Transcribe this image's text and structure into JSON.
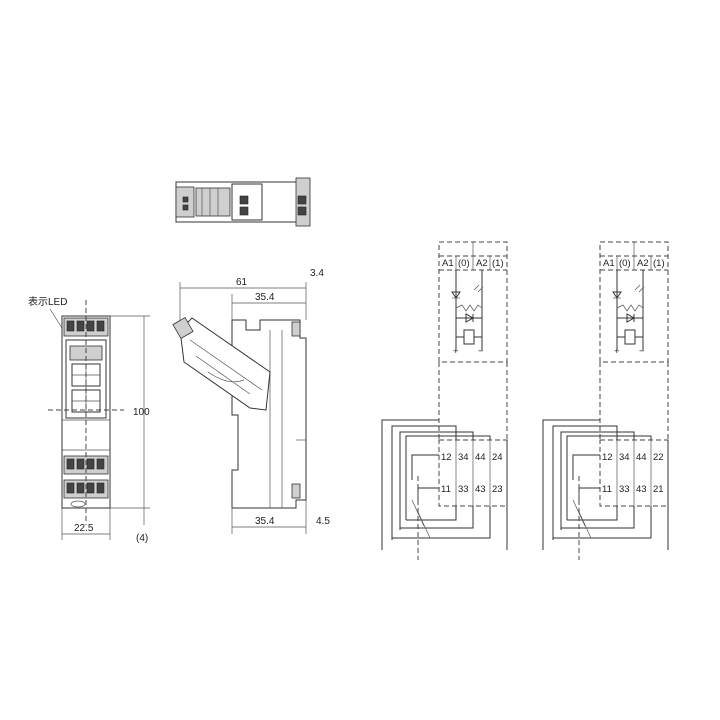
{
  "front_view": {
    "led_label": "表示LED",
    "height_dim": "100",
    "width_dim": "22.5",
    "offset_dim": "(4)"
  },
  "side_view": {
    "overall_width": "61",
    "top_margin": "3.4",
    "upper_depth": "35.4",
    "lower_depth": "35.4",
    "lower_margin": "4.5"
  },
  "circuit_left": {
    "coil_terminals": [
      "A1",
      "(0)",
      "A2",
      "(1)"
    ],
    "polarity": [
      "+",
      "−"
    ],
    "top_row": [
      "12",
      "34",
      "44",
      "24"
    ],
    "bottom_row": [
      "11",
      "33",
      "43",
      "23"
    ]
  },
  "circuit_right": {
    "coil_terminals": [
      "A1",
      "(0)",
      "A2",
      "(1)"
    ],
    "polarity": [
      "+",
      "−"
    ],
    "top_row": [
      "12",
      "34",
      "44",
      "22"
    ],
    "bottom_row": [
      "11",
      "33",
      "43",
      "21"
    ]
  }
}
